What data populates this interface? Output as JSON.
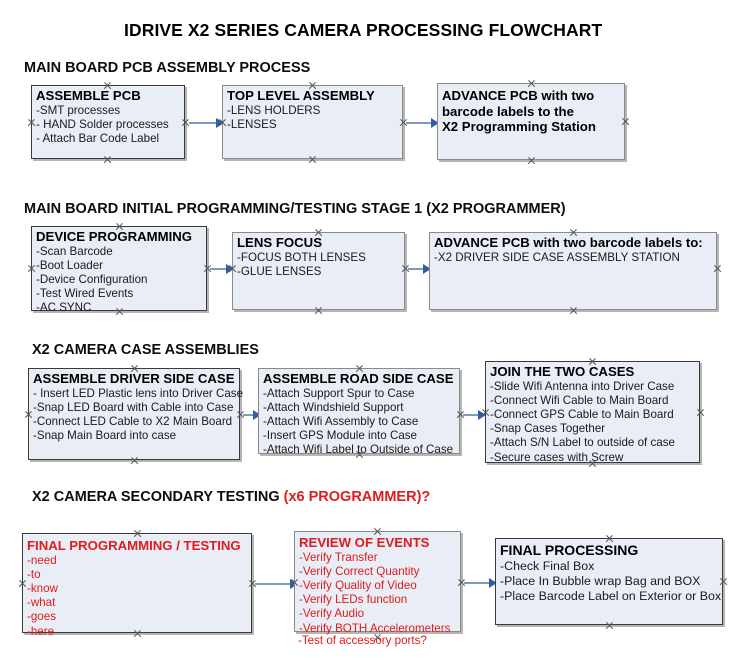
{
  "document": {
    "title": "IDRIVE X2  SERIES CAMERA PROCESSING FLOWCHART",
    "accent_red": "#e01b1b",
    "box_fill": "#e9edf6",
    "arrow_color": "#7e9ab8",
    "arrowhead_color": "#2f5fa8"
  },
  "sections": [
    {
      "heading": "MAIN BOARD PCB ASSEMBLY PROCESS",
      "heading_accent": "",
      "boxes": [
        {
          "title": "ASSEMBLE PCB",
          "lines": [
            "-SMT processes",
            "- HAND Solder processes",
            "- Attach Bar Code Label"
          ]
        },
        {
          "title": "TOP LEVEL ASSEMBLY",
          "lines": [
            "-LENS HOLDERS",
            "-LENSES"
          ]
        },
        {
          "title": "ADVANCE PCB with two",
          "lines": [
            "barcode labels to the",
            " X2 Programming Station"
          ]
        }
      ]
    },
    {
      "heading": "MAIN BOARD INITIAL PROGRAMMING/TESTING STAGE 1 (X2 PROGRAMMER)",
      "heading_accent": "",
      "boxes": [
        {
          "title": "DEVICE PROGRAMMING",
          "lines": [
            "-Scan Barcode",
            "-Boot Loader",
            "-Device Configuration",
            "-Test Wired Events",
            "-AC SYNC"
          ]
        },
        {
          "title": "LENS FOCUS",
          "lines": [
            "-FOCUS BOTH LENSES",
            "-GLUE LENSES"
          ]
        },
        {
          "title": "ADVANCE PCB with two barcode labels to:",
          "lines": [
            "-X2 DRIVER  SIDE  CASE  ASSEMBLY STATION"
          ]
        }
      ]
    },
    {
      "heading": "X2 CAMERA CASE ASSEMBLIES",
      "heading_accent": "",
      "boxes": [
        {
          "title": "ASSEMBLE DRIVER SIDE CASE",
          "lines": [
            "- Insert LED Plastic lens into Driver Case",
            "-Snap LED Board with Cable into Case",
            "-Connect LED Cable to X2 Main Board",
            "-Snap Main Board into case"
          ]
        },
        {
          "title": "ASSEMBLE ROAD SIDE CASE",
          "lines": [
            "-Attach Support Spur to Case",
            "-Attach Windshield Support",
            "-Attach Wifi Assembly to Case",
            "-Insert GPS Module into Case",
            "-Attach Wifi Label to Outside of Case"
          ]
        },
        {
          "title": "JOIN THE TWO CASES",
          "lines": [
            "-Slide Wifi Antenna into Driver Case",
            "-Connect Wifi Cable to Main Board",
            "-Connect GPS Cable to Main Board",
            "-Snap Cases Together",
            "-Attach S/N Label to outside of case",
            "-Secure cases with Screw"
          ]
        }
      ]
    },
    {
      "heading": "X2 CAMERA SECONDARY TESTING ",
      "heading_accent": "(x6 PROGRAMMER)?",
      "boxes": [
        {
          "title": "FINAL PROGRAMMING / TESTING",
          "lines": [
            "-need",
            "-to",
            "-know",
            "-what",
            "-goes",
            "-here"
          ]
        },
        {
          "title": "REVIEW OF EVENTS",
          "lines": [
            "-Verify Transfer",
            "-Verify Correct Quantity",
            "-Verify Quality of Video",
            "-Verify LEDs function",
            "-Verify Audio",
            "-Verify BOTH Accelerometers"
          ],
          "overflow_line": "-Test of accessory ports?"
        },
        {
          "title": "FINAL PROCESSING",
          "lines": [
            " -Check Final Box",
            "-Place In Bubble wrap Bag and BOX",
            "-Place Barcode Label on Exterior or Box"
          ]
        }
      ]
    }
  ]
}
